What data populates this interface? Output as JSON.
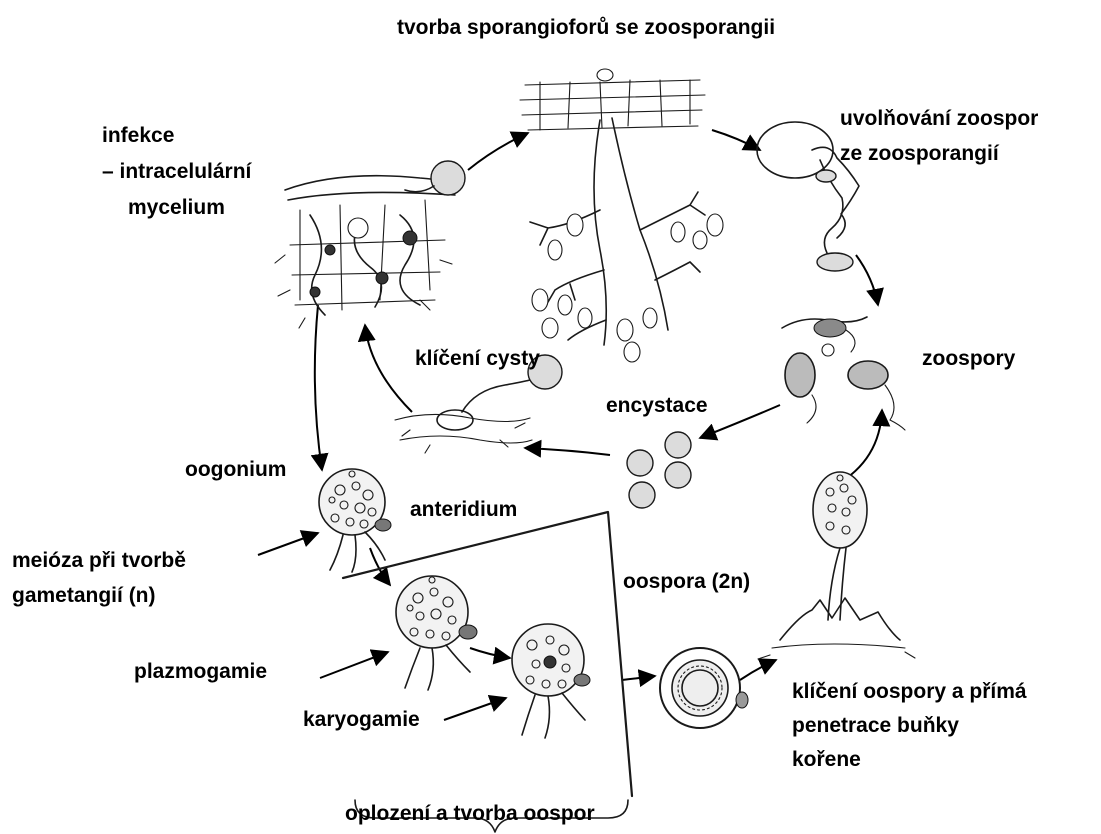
{
  "labels": {
    "sporangiophores": "tvorba sporangioforů se zoosporangii",
    "release": "uvolňování zoospor",
    "release2": "ze zoosporangií",
    "infection": "infekce",
    "infection2": "– intracelulární",
    "infection3": "mycelium",
    "cyst_germination": "klíčení cysty",
    "zoospores": "zoospory",
    "encystment": "encystace",
    "oogonium": "oogonium",
    "antheridium": "anteridium",
    "meiosis": "meióza při tvorbě",
    "meiosis2": "gametangií (n)",
    "oospore": "oospora (2n)",
    "plasmogamy": "plazmogamie",
    "karyogamy": "karyogamie",
    "oospore_germination": "klíčení oospory a přímá",
    "oospore_germination2": "penetrace  buňky",
    "oospore_germination3": "kořene",
    "fertilization": "oplození a tvorba oospor"
  },
  "colors": {
    "text": "#000000",
    "ink": "#1a1a1a",
    "background": "#ffffff"
  }
}
